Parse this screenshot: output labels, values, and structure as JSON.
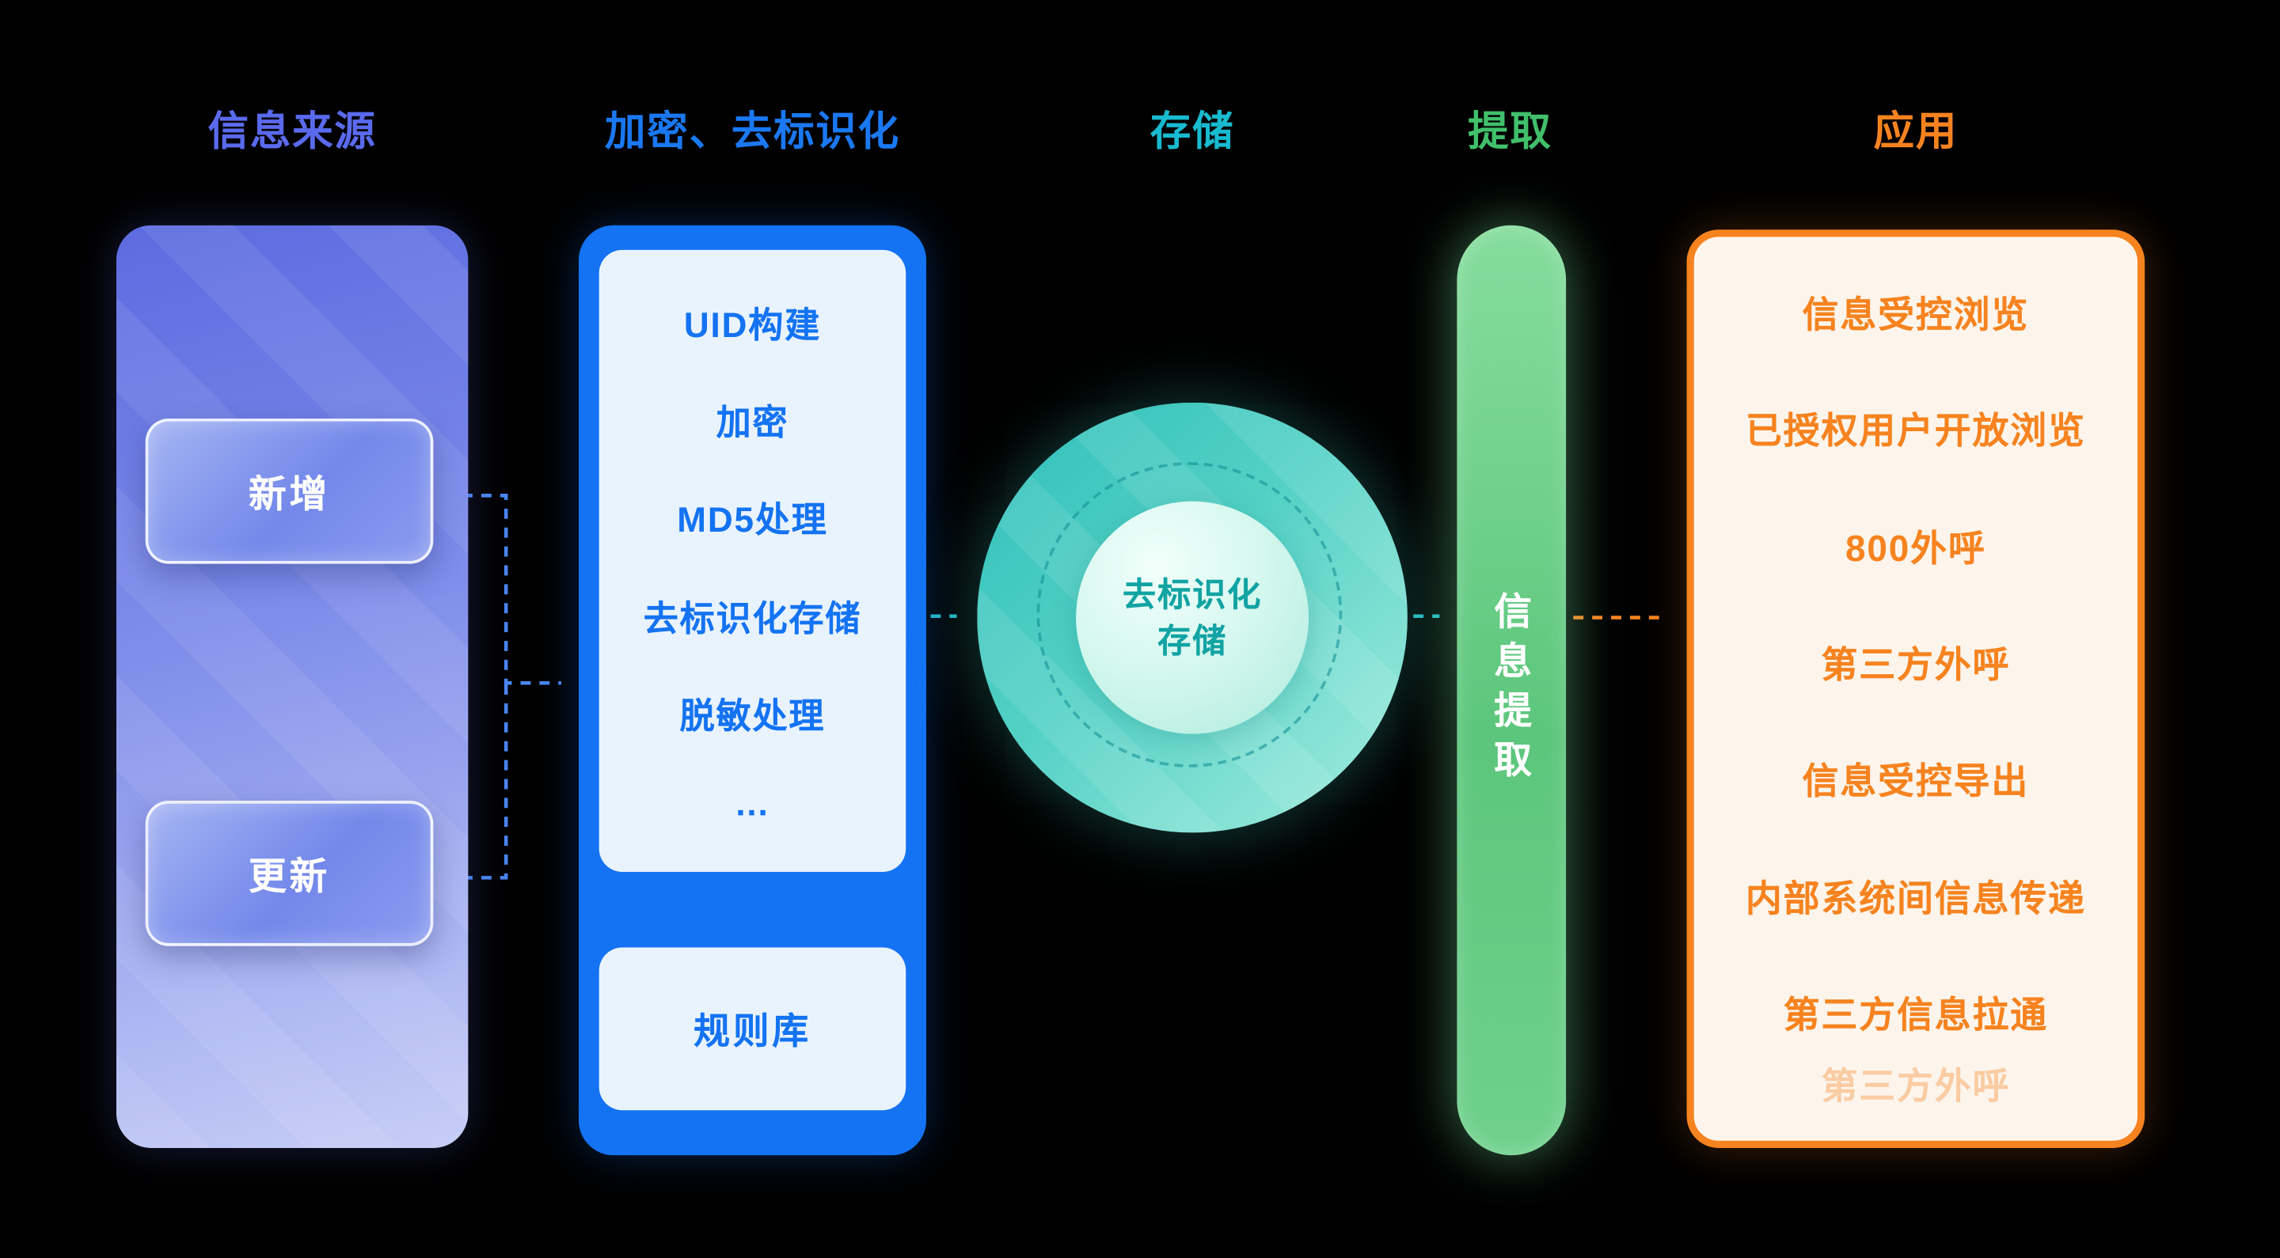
{
  "palette": {
    "background": "#000000",
    "source_accent": "#5A6AED",
    "encryption_accent": "#1A78F2",
    "storage_accent": "#18BACF",
    "extraction_accent": "#41BF6B",
    "application_accent": "#F6831F"
  },
  "headers": [
    {
      "label": "信息来源"
    },
    {
      "label": "加密、去标识化"
    },
    {
      "label": "存储"
    },
    {
      "label": "提取"
    },
    {
      "label": "应用"
    }
  ],
  "source": {
    "items": [
      {
        "label": "新增"
      },
      {
        "label": "更新"
      }
    ]
  },
  "encryption": {
    "steps": [
      "UID构建",
      "加密",
      "MD5处理",
      "去标识化存储",
      "脱敏处理",
      "..."
    ],
    "rule_base": "规则库"
  },
  "storage": {
    "line1": "去标识化",
    "line2": "存储"
  },
  "extraction": {
    "label": "信息提取"
  },
  "application": {
    "items": [
      "信息受控浏览",
      "已授权用户开放浏览",
      "800外呼",
      "第三方外呼",
      "信息受控导出",
      "内部系统间信息传递",
      "第三方信息拉通",
      "第三方外呼"
    ]
  }
}
